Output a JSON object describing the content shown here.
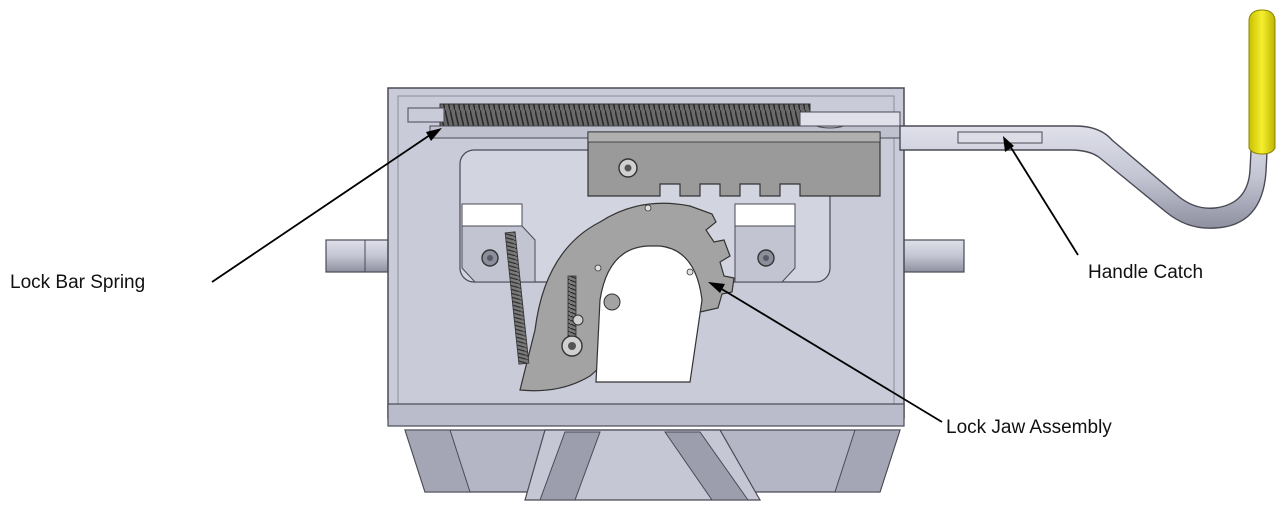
{
  "labels": {
    "lock_bar_spring": "Lock Bar Spring",
    "handle_catch": "Handle Catch",
    "lock_jaw_assembly": "Lock Jaw Assembly"
  },
  "colors": {
    "background": "#ffffff",
    "body_fill": "#c9cbd8",
    "body_shade": "#b3b5c4",
    "edge": "#4a4a55",
    "plate_fill": "#9a9a9a",
    "jaw_fill": "#a3a3a3",
    "spring_fill": "#555555",
    "handle_grip": "#e8e000",
    "leader_line": "#000000"
  }
}
